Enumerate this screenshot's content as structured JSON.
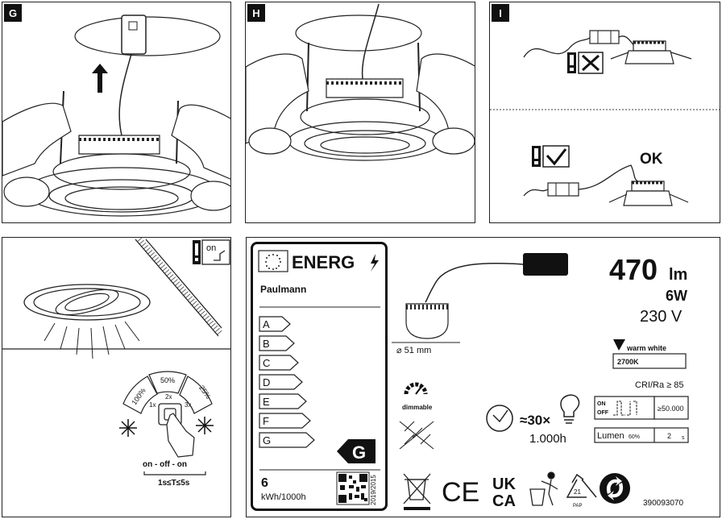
{
  "panels": {
    "g": "G",
    "h": "H",
    "i": "I"
  },
  "hint_on": "on",
  "ok": "OK",
  "dimmer": {
    "levels": [
      "100%",
      "50%",
      "25%"
    ],
    "taps": [
      "1x",
      "2x",
      "3x"
    ],
    "sequence": "on - off - on",
    "timing": "1s≤T≤5s"
  },
  "label": {
    "brand": "Paulmann",
    "energy_word": "ENERG",
    "classes": [
      "A",
      "B",
      "C",
      "D",
      "E",
      "F",
      "G"
    ],
    "selected_class": "G",
    "kwh": "6",
    "kwh_unit": "kWh/1000h",
    "regulation": "2019/2015"
  },
  "specs": {
    "lumen": "470",
    "lumen_unit": "lm",
    "watt": "6W",
    "volt": "230 V",
    "diameter": "⌀ 51 mm",
    "color_name": "warm white",
    "color_temp": "2700K",
    "cri": "CRI/Ra ≥ 85",
    "dimmable": "dimmable",
    "switch_on": "ON",
    "switch_off": "OFF",
    "cycles": "≥50.000",
    "lifetime_multiplier": "≈30×",
    "lifetime_hours": "1.000h",
    "lumen_label": "Lumen",
    "lumen_pct": "60%",
    "lumen_time": "2",
    "lumen_time_unit": "s",
    "ce": "CE",
    "ukca_1": "UK",
    "ukca_2": "CA",
    "recycle_num": "21",
    "recycle_code": "PAP",
    "article": "390093070"
  }
}
